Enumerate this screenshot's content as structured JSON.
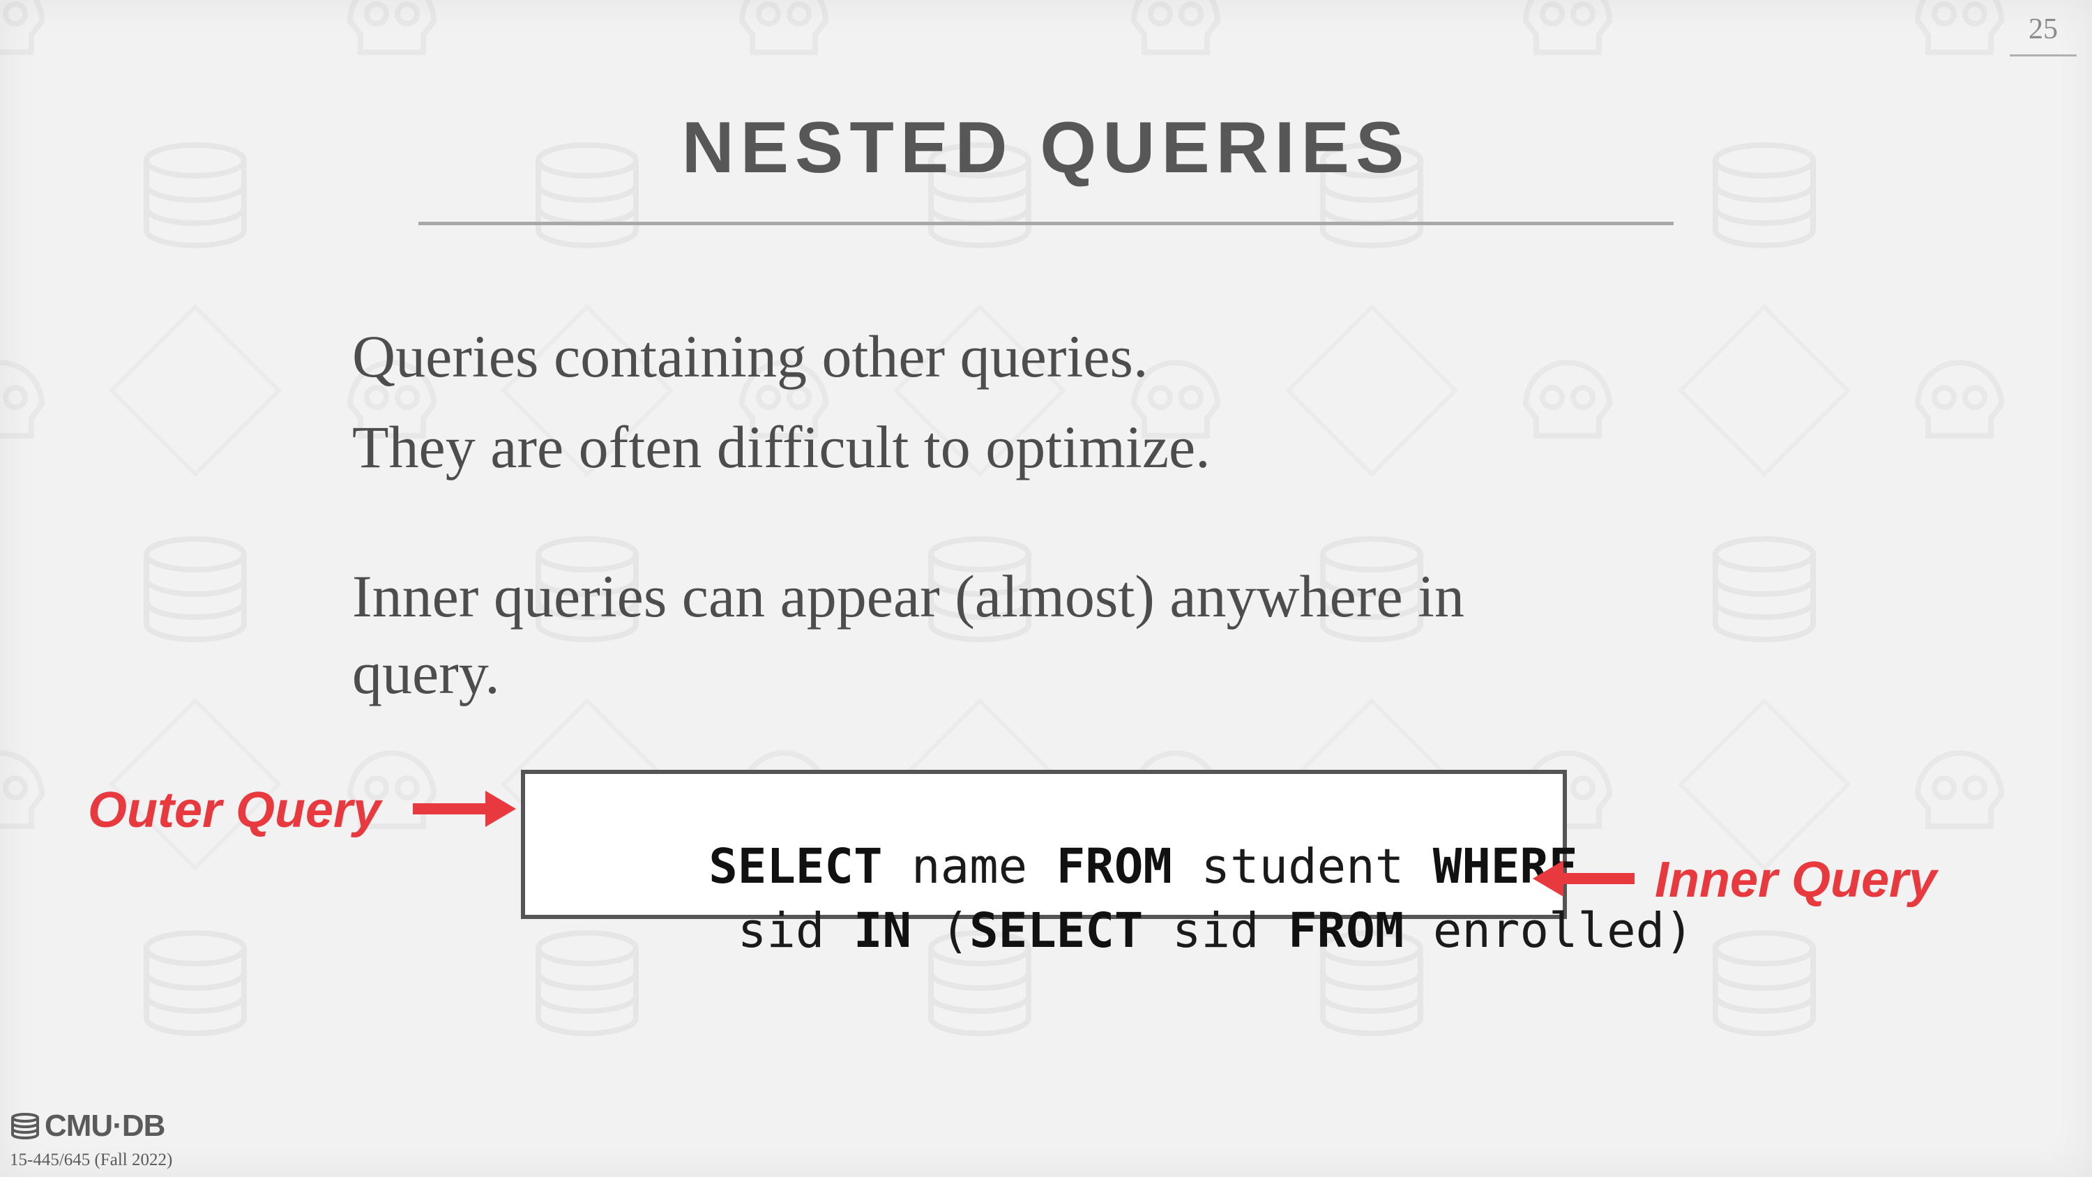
{
  "slide": {
    "page_number": "25",
    "title": "NESTED QUERIES",
    "bullets": [
      "Queries containing other queries.",
      "They are often difficult to optimize.",
      "Inner queries can appear (almost) anywhere in",
      "query."
    ]
  },
  "code": {
    "line1": [
      {
        "text": "SELECT",
        "keyword": true
      },
      {
        "text": " name ",
        "keyword": false
      },
      {
        "text": "FROM",
        "keyword": true
      },
      {
        "text": " student ",
        "keyword": false
      },
      {
        "text": "WHERE",
        "keyword": true
      }
    ],
    "line2": [
      {
        "text": " sid ",
        "keyword": false
      },
      {
        "text": "IN",
        "keyword": true
      },
      {
        "text": " (",
        "keyword": false
      },
      {
        "text": "SELECT",
        "keyword": true
      },
      {
        "text": " sid ",
        "keyword": false
      },
      {
        "text": "FROM",
        "keyword": true
      },
      {
        "text": " enrolled)",
        "keyword": false
      }
    ]
  },
  "annotations": {
    "outer_label": "Outer Query",
    "inner_label": "Inner Query",
    "color": "#e8393f"
  },
  "footer": {
    "logo_text": "CMU·DB",
    "course": "15-445/645 (Fall 2022)"
  },
  "icons": [
    "database-icon",
    "skull-icon",
    "arrow-right-icon",
    "arrow-left-icon"
  ]
}
